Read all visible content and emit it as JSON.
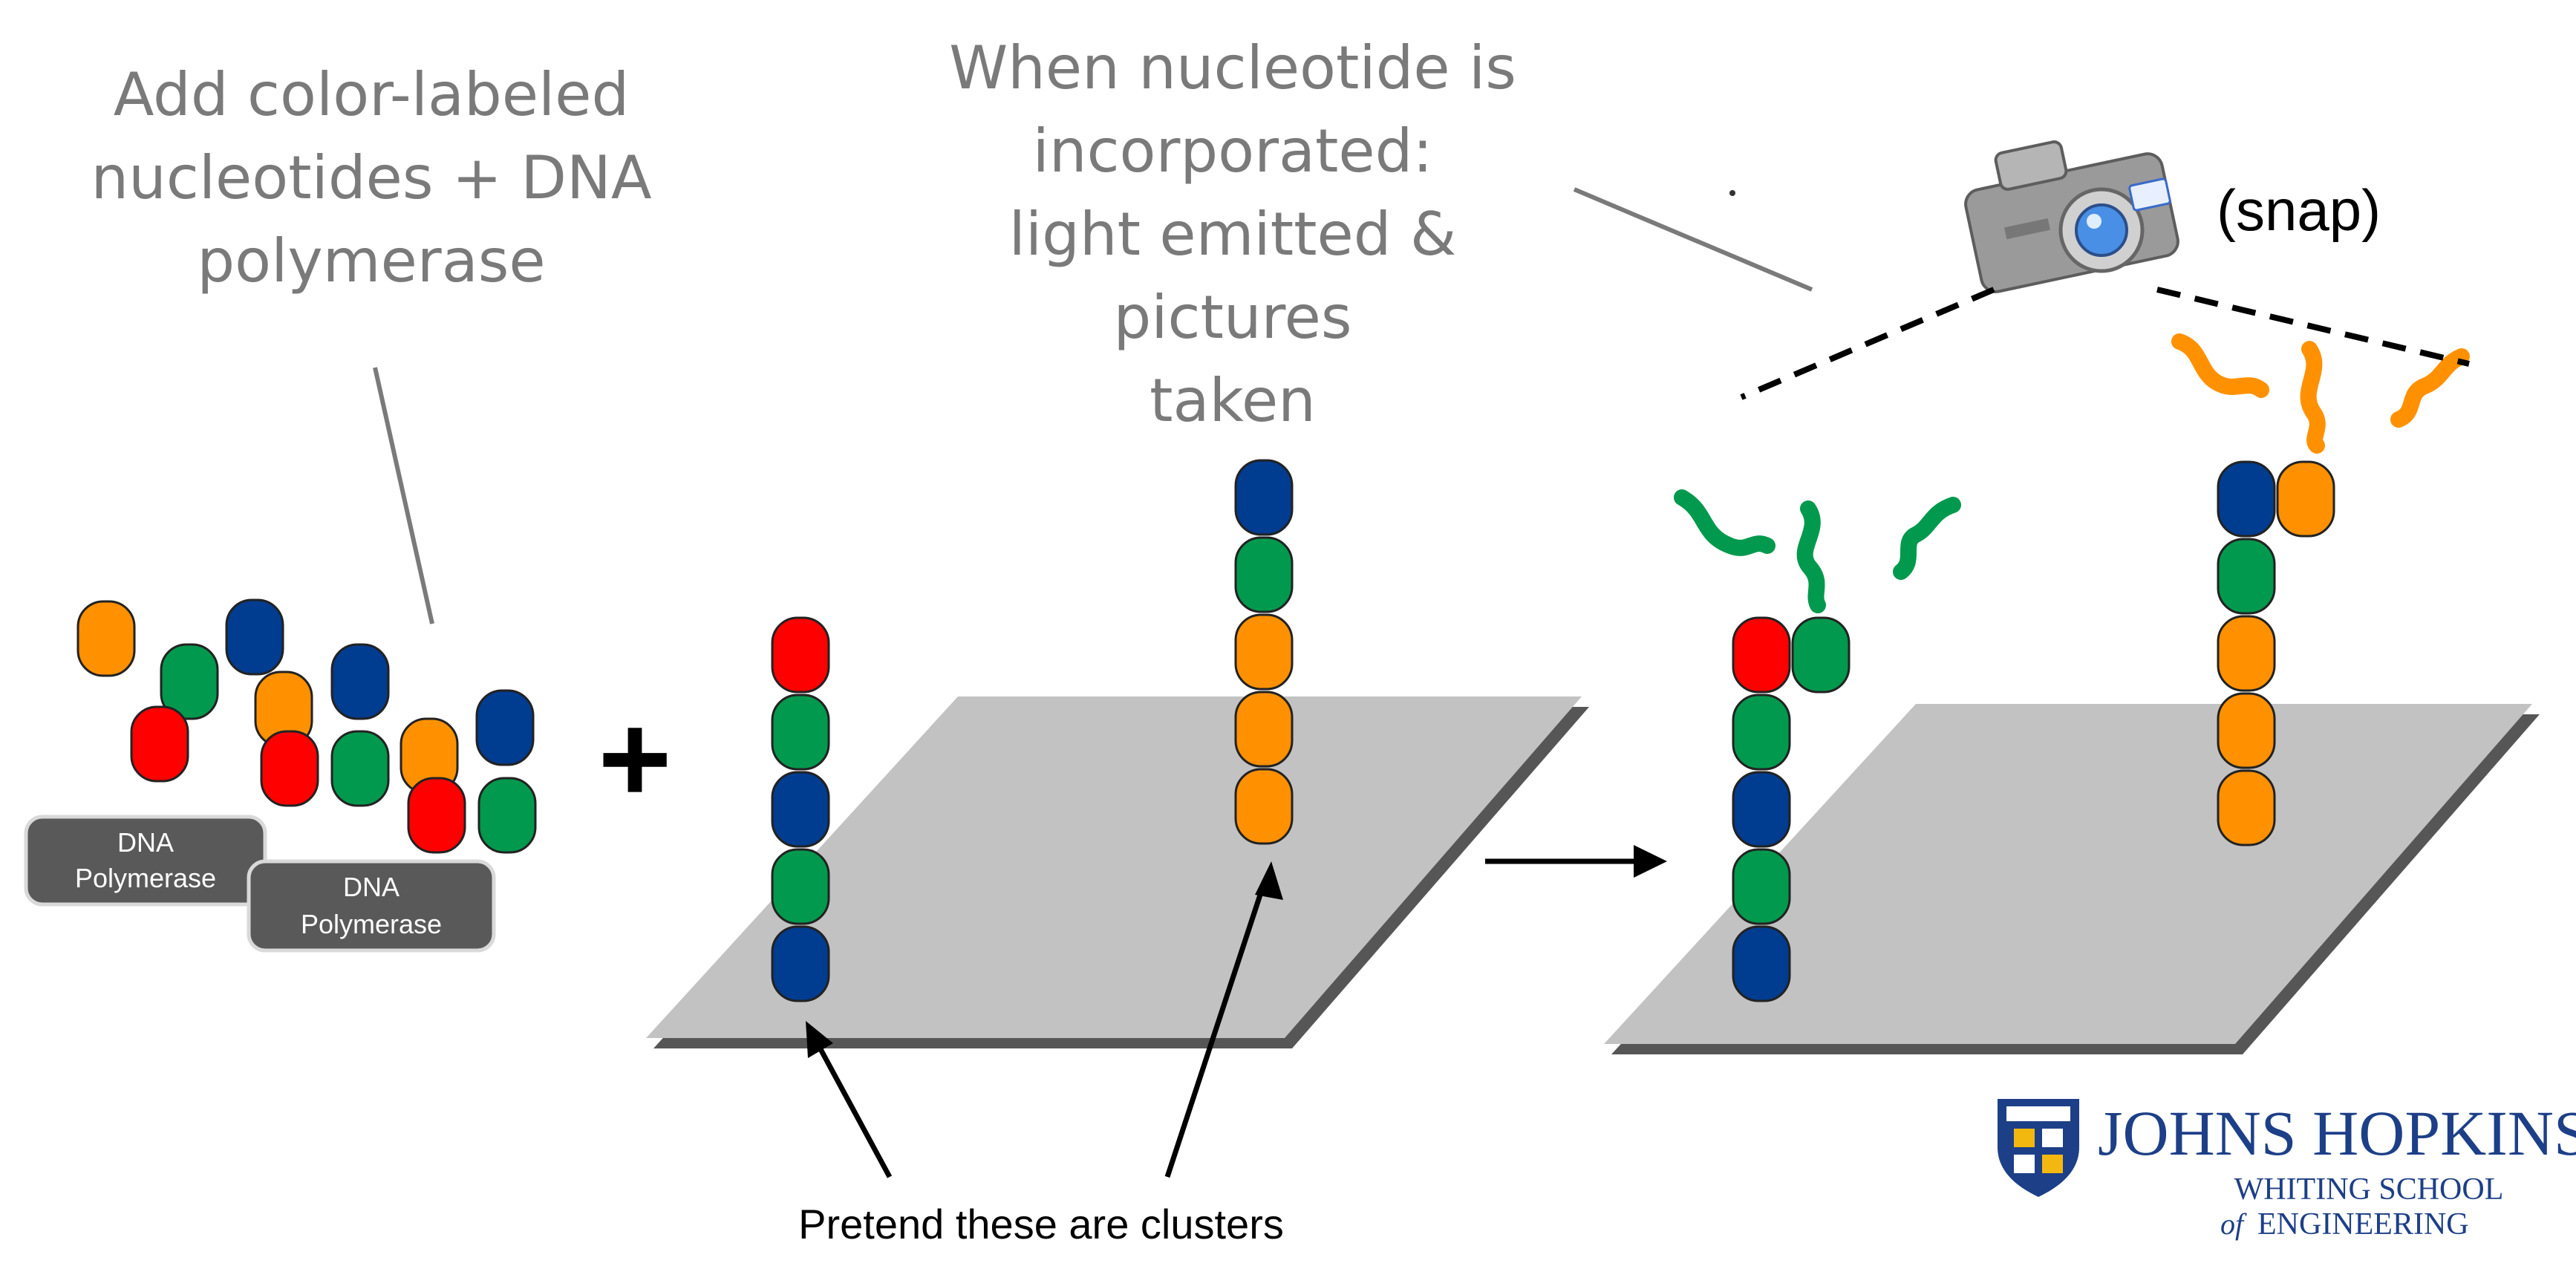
{
  "captions": {
    "add_nucleotides": [
      "Add color-labeled",
      "nucleotides + DNA",
      "polymerase"
    ],
    "incorporation": [
      "When nucleotide is",
      "incorporated:",
      "light emitted & pictures",
      "taken"
    ]
  },
  "labels": {
    "dna_polymerase_line1": "DNA",
    "dna_polymerase_line2": "Polymerase",
    "plus": "+",
    "snap": "(snap)",
    "clusters": "Pretend these are clusters"
  },
  "logo": {
    "line1": "JOHNS HOPKINS",
    "line2": "WHITING SCHOOL",
    "line3_prefix": "of",
    "line3": "ENGINEERING"
  },
  "colors": {
    "red": "#ff0000",
    "green": "#00994d",
    "blue": "#003c8f",
    "orange": "#ff9100",
    "plate": "#c2c2c2",
    "plate_shadow": "#565656",
    "polymerase_box": "#595959",
    "logo_blue": "#1d3f87"
  }
}
